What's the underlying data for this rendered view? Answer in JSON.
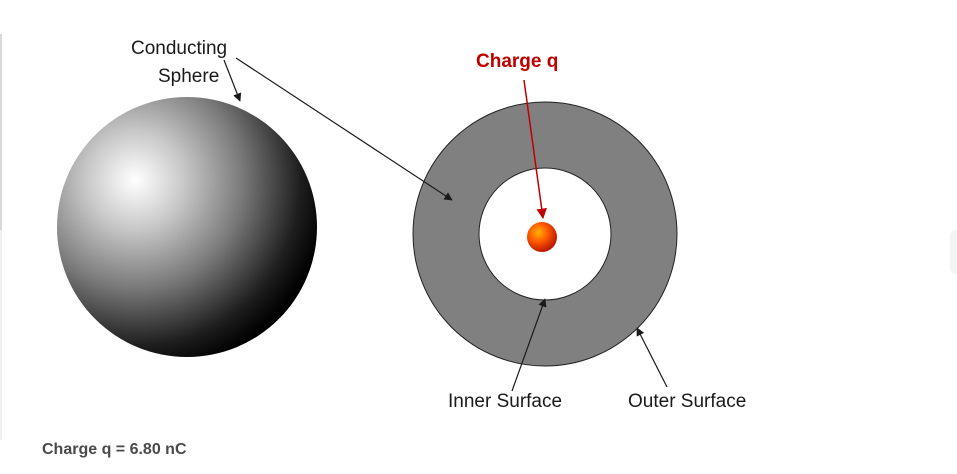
{
  "labels": {
    "conducting": "Conducting",
    "sphere": "Sphere",
    "charge_label": "Charge q",
    "inner_surface": "Inner Surface",
    "outer_surface": "Outer Surface"
  },
  "given": {
    "label": "Charge q",
    "equals": "=",
    "value": "6.80",
    "unit": "nC",
    "text": "Charge q = 6.80 nC"
  },
  "colors": {
    "shell": "#808080",
    "cavity": "#ffffff",
    "charge_highlight": "#ffb000",
    "charge_core": "#cc1100",
    "charge_text": "#c00000",
    "arrow": "#1a1a1a",
    "charge_arrow": "#c00000"
  }
}
